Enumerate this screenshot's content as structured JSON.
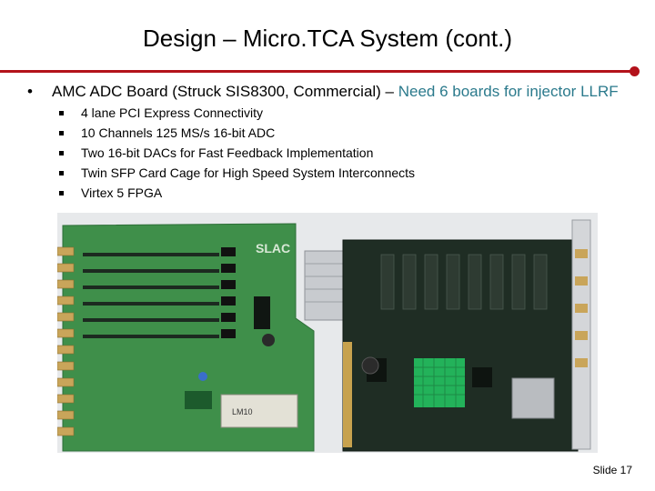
{
  "slide": {
    "title": "Design – Micro.TCA System (cont.)",
    "bullet": {
      "text_plain": "AMC ADC Board (Struck SIS8300, Commercial) – ",
      "text_highlight": "Need 6 boards for injector LLRF",
      "sub_items": [
        {
          "label": "4 lane PCI Express Connectivity"
        },
        {
          "label": "10 Channels 125 MS/s 16-bit ADC"
        },
        {
          "label": "Two 16-bit DACs for Fast Feedback Implementation"
        },
        {
          "label": "Twin SFP Card Cage for High Speed System Interconnects"
        },
        {
          "label": "Virtex 5 FPGA"
        }
      ]
    },
    "photo": {
      "silkscreen_logo": "SLAC",
      "chip_label": "LM10"
    },
    "slide_number": "Slide 17",
    "colors": {
      "rule": "#b3121b",
      "highlight_text": "#2b7a8c",
      "board_green": "#3f8f4a",
      "board_dark": "#1d2b22"
    }
  }
}
